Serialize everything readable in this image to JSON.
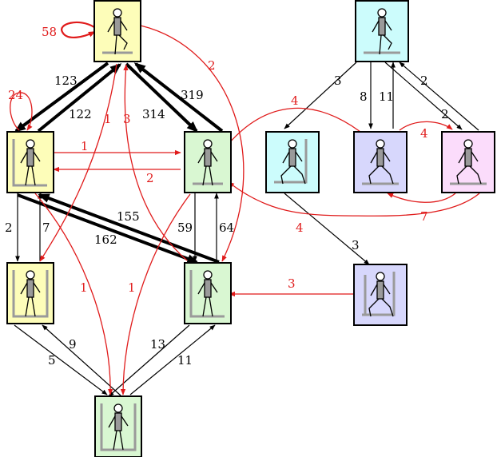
{
  "colors": {
    "black_edge": "#000000",
    "red_edge": "#e01b1b",
    "yellow": "#fdfdb9",
    "green": "#d9f7d2",
    "cyan": "#ccfcfc",
    "purple": "#d7d7fc",
    "pink": "#fbdcfb"
  },
  "nodes": [
    {
      "id": "n1",
      "fill": "yellow",
      "pose": "balance"
    },
    {
      "id": "n2",
      "fill": "yellow",
      "pose": "lean-wall"
    },
    {
      "id": "n3",
      "fill": "green",
      "pose": "stand"
    },
    {
      "id": "n4",
      "fill": "yellow",
      "pose": "wall-walk"
    },
    {
      "id": "n5",
      "fill": "green",
      "pose": "stand-box"
    },
    {
      "id": "n6",
      "fill": "green",
      "pose": "box-stand"
    },
    {
      "id": "n7",
      "fill": "cyan",
      "pose": "balance-floor"
    },
    {
      "id": "n8",
      "fill": "cyan",
      "pose": "lunge-wall"
    },
    {
      "id": "n9",
      "fill": "purple",
      "pose": "kneel"
    },
    {
      "id": "n10",
      "fill": "pink",
      "pose": "kneel-floor"
    },
    {
      "id": "n11",
      "fill": "purple",
      "pose": "kneel-wall"
    }
  ],
  "edge_labels": {
    "l58": "58",
    "l24": "24",
    "l123": "123",
    "l122": "122",
    "l314": "314",
    "l319": "319",
    "l1a": "1",
    "l3a": "3",
    "l2a": "2",
    "l1b": "1",
    "l2b": "2",
    "l4a": "4",
    "l2c": "2",
    "l7a": "7",
    "l155": "155",
    "l162": "162",
    "l59": "59",
    "l64": "64",
    "l4b": "4",
    "l1c": "1",
    "l1d": "1",
    "l9": "9",
    "l5": "5",
    "l13": "13",
    "l11a": "11",
    "l3b": "3",
    "l8": "8",
    "l11b": "11",
    "l2d": "2",
    "l2e": "2",
    "l4c": "4",
    "l7b": "7",
    "l3c": "3",
    "l3d": "3"
  }
}
